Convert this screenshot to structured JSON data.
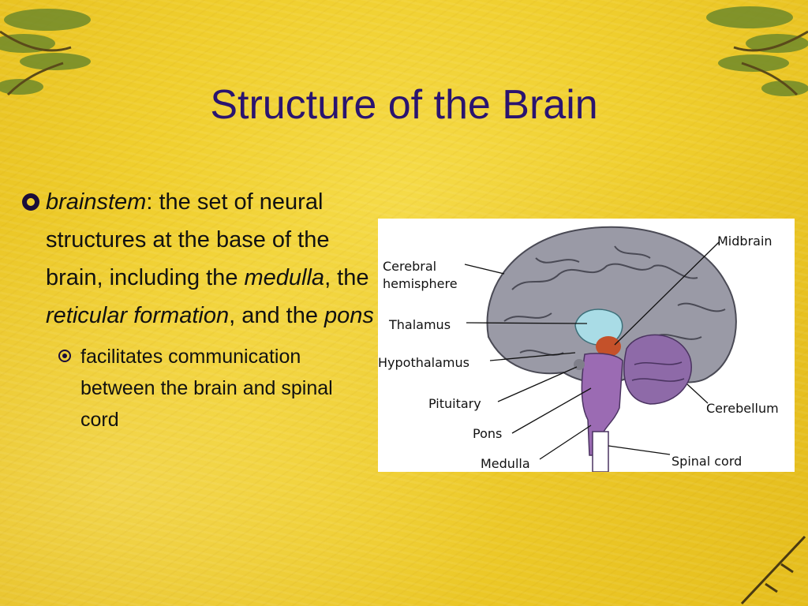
{
  "slide": {
    "title": "Structure of the Brain",
    "bullet1": {
      "term": "brainstem",
      "text1": ": the set of neural structures at the base of the brain, including the ",
      "medulla": "medulla",
      "text2": ", the ",
      "reticular": "reticular formation",
      "text3": ", and the ",
      "pons": "pons"
    },
    "bullet2": "facilitates communication between the brain and spinal cord"
  },
  "diagram": {
    "labels": {
      "midbrain": "Midbrain",
      "cerebral_1": "Cerebral",
      "cerebral_2": "hemisphere",
      "thalamus": "Thalamus",
      "hypothalamus": "Hypothalamus",
      "pituitary": "Pituitary",
      "pons": "Pons",
      "medulla": "Medulla",
      "cerebellum": "Cerebellum",
      "spinal_cord": "Spinal cord"
    },
    "colors": {
      "cortex": "#9a9aa6",
      "thalamus": "#a9dce6",
      "midbrain": "#c4512a",
      "brainstem": "#9b6bb3",
      "cerebellum": "#8e6aa8"
    }
  },
  "theme": {
    "background": "#f0cf2e",
    "title_color": "#2a1470"
  }
}
